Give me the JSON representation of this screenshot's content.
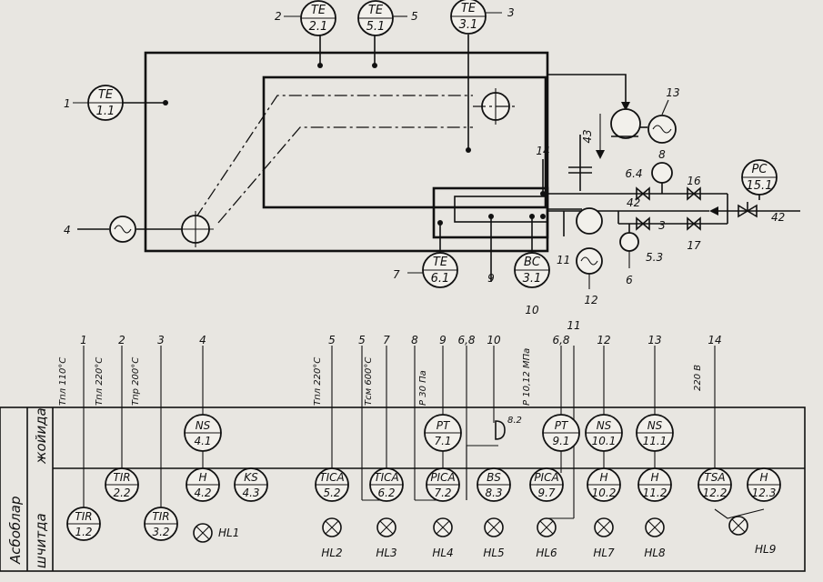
{
  "top": {
    "instruments": [
      {
        "id": "te11",
        "top": "TE",
        "bottom": "1.1",
        "callout": "1"
      },
      {
        "id": "te21",
        "top": "TE",
        "bottom": "2.1",
        "callout": "2"
      },
      {
        "id": "te51",
        "top": "TE",
        "bottom": "5.1",
        "callout": "5"
      },
      {
        "id": "te31",
        "top": "TE",
        "bottom": "3.1",
        "callout": "3"
      },
      {
        "id": "te61",
        "top": "TE",
        "bottom": "6.1",
        "callout": "7"
      },
      {
        "id": "bc31",
        "top": "BC",
        "bottom": "3.1",
        "callout": "10"
      },
      {
        "id": "pc151",
        "top": "PC",
        "bottom": "15.1",
        "callout": ""
      }
    ],
    "callouts": {
      "c4": "4",
      "c9": "9",
      "c11": "11",
      "c12": "12",
      "c13": "13",
      "c14": "14",
      "c43": "43",
      "c64": "6.4",
      "c8": "8",
      "c42a": "42",
      "c16": "16",
      "c3": "3",
      "c17": "17",
      "c53": "5.3",
      "c6": "6",
      "c42b": "42"
    }
  },
  "panel": {
    "row_top_label": "Асбоблар",
    "row_bottom_label": "шчитда",
    "row_bottom_label2": "жойида",
    "column_numbers": [
      "1",
      "2",
      "3",
      "4",
      "5",
      "5",
      "7",
      "8",
      "9",
      "6,8",
      "10",
      "11",
      "6,8",
      "12",
      "13",
      "14"
    ],
    "setpoints": {
      "s1": "Tпл 110°C",
      "s2": "Tпл 220°C",
      "s3": "Tпр 200°C",
      "s5": "Tпл 220°C",
      "s7": "Tсм 600°C",
      "s8": "P 30 Па",
      "s11": "P 10,12 МПа",
      "s14": "220 В"
    },
    "field_instruments": [
      {
        "id": "ns41",
        "top": "NS",
        "bottom": "4.1"
      },
      {
        "id": "pt71",
        "top": "PT",
        "bottom": "7.1"
      },
      {
        "id": "pt91",
        "top": "PT",
        "bottom": "9.1"
      },
      {
        "id": "ns101",
        "top": "NS",
        "bottom": "10.1"
      },
      {
        "id": "ns111",
        "top": "NS",
        "bottom": "11.1"
      }
    ],
    "b2_label": "8.2",
    "board_instruments": [
      {
        "id": "tir12",
        "top": "TIR",
        "bottom": "1.2"
      },
      {
        "id": "tir22",
        "top": "TIR",
        "bottom": "2.2"
      },
      {
        "id": "tir32",
        "top": "TIR",
        "bottom": "3.2"
      },
      {
        "id": "h42",
        "top": "H",
        "bottom": "4.2"
      },
      {
        "id": "ks43",
        "top": "KS",
        "bottom": "4.3"
      },
      {
        "id": "tica52",
        "top": "TICA",
        "bottom": "5.2"
      },
      {
        "id": "tica62",
        "top": "TICA",
        "bottom": "6.2"
      },
      {
        "id": "pica72",
        "top": "PICA",
        "bottom": "7.2"
      },
      {
        "id": "bs83",
        "top": "BS",
        "bottom": "8.3"
      },
      {
        "id": "pica97",
        "top": "PICA",
        "bottom": "9.7"
      },
      {
        "id": "h102",
        "top": "H",
        "bottom": "10.2"
      },
      {
        "id": "h112",
        "top": "H",
        "bottom": "11.2"
      },
      {
        "id": "tsa122",
        "top": "TSA",
        "bottom": "12.2"
      },
      {
        "id": "h123",
        "top": "H",
        "bottom": "12.3"
      }
    ],
    "lamps": [
      "HL1",
      "HL2",
      "HL3",
      "HL4",
      "HL5",
      "HL6",
      "HL7",
      "HL8",
      "HL9"
    ]
  }
}
